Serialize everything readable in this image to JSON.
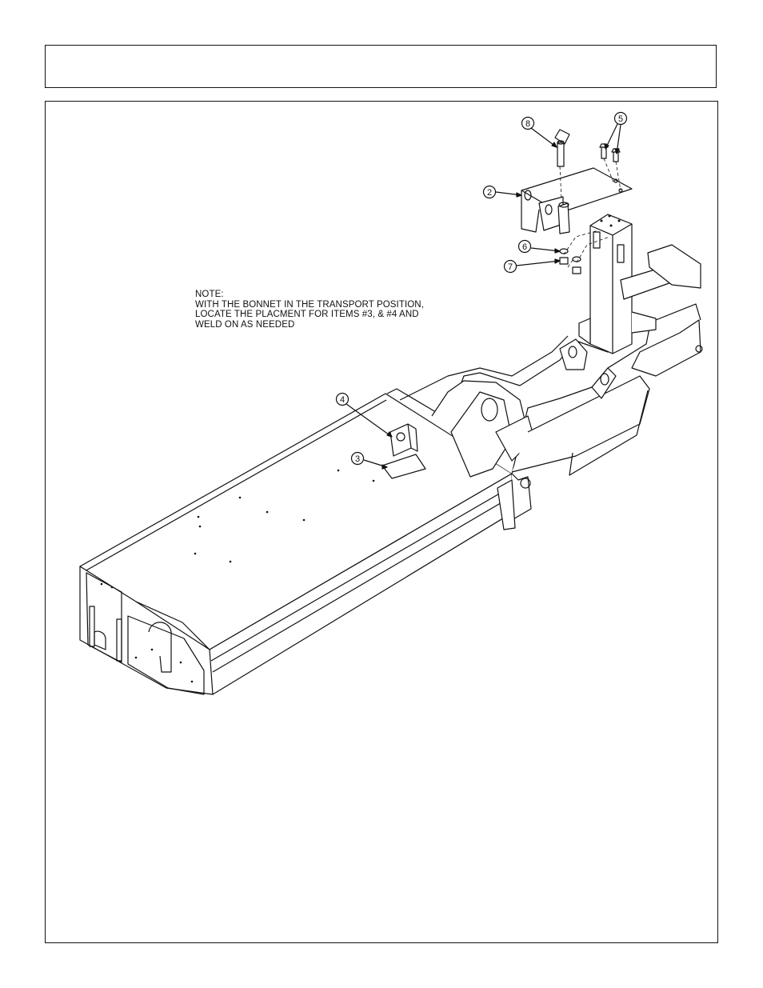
{
  "note": {
    "lines": [
      "NOTE:",
      "WITH THE BONNET IN THE TRANSPORT POSITION,",
      "LOCATE THE PLACMENT FOR ITEMS #3, & #4 AND",
      "WELD ON AS NEEDED"
    ]
  },
  "callouts": [
    {
      "label": "8",
      "part": "pin"
    },
    {
      "label": "5",
      "part": "bolts"
    },
    {
      "label": "2",
      "part": "bracket"
    },
    {
      "label": "6",
      "part": "lock-washer"
    },
    {
      "label": "7",
      "part": "nut"
    },
    {
      "label": "4",
      "part": "weld-on-lug"
    },
    {
      "label": "3",
      "part": "weld-on-plate"
    }
  ]
}
